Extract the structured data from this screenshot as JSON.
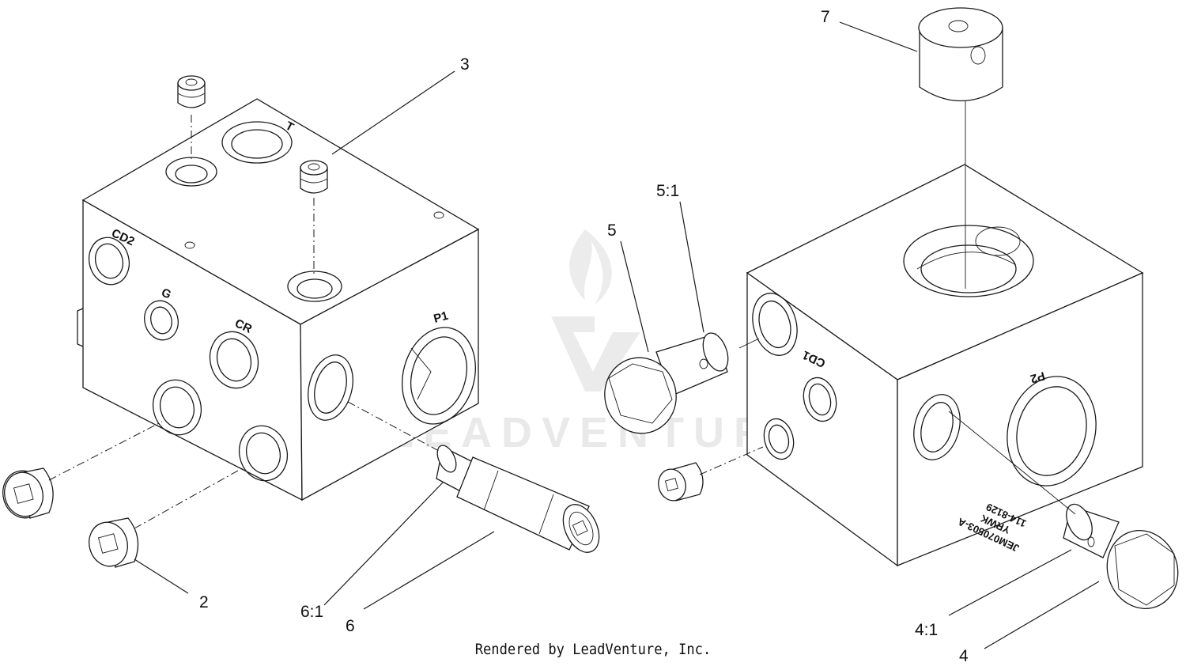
{
  "callouts": {
    "c2": "2",
    "c3": "3",
    "c4": "4",
    "c4_1": "4:1",
    "c5": "5",
    "c5_1": "5:1",
    "c6": "6",
    "c6_1": "6:1",
    "c7": "7"
  },
  "ports": {
    "t": "T",
    "cd2": "CD2",
    "g": "G",
    "cr": "CR",
    "p1": "P1",
    "cd1": "CD1",
    "p2": "P2"
  },
  "stamp": {
    "line1": "JEM070503-A",
    "line2": "YRWK",
    "line3": "114-8129"
  },
  "watermark": "LEADVENTURE",
  "footer": "Rendered by LeadVenture, Inc."
}
